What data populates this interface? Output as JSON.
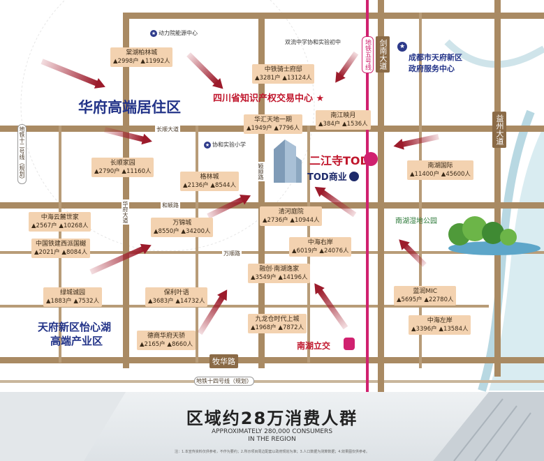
{
  "colors": {
    "road": "#a98a63",
    "metro": "#d0216f",
    "arrow": "#9c1b2b",
    "tag": "#f3d2b0",
    "title_blue": "#223388",
    "title_red": "#c0162c",
    "water": "#cfe4ea"
  },
  "headlines": {
    "residential": "华府高端居住区",
    "industry_line1": "天府新区怡心湖",
    "industry_line2": "高端产业区",
    "ip_center": "四川省知识产权交易中心",
    "gov_center_line1": "成都市天府新区",
    "gov_center_line2": "政府服务中心",
    "tod": "二江寺TOD",
    "tod_commerce": "TOD商业",
    "nanhu_station": "南湖立交",
    "wetland": "南湖湿地公园"
  },
  "landmarks": {
    "power_center": "动力院能源中心",
    "school_double": "双流中学协和实验初中",
    "school_xiehe": "协和实验小学"
  },
  "roads": {
    "jiannan": "剑南大道",
    "yizhou": "益州大道",
    "huafu": "华府大道",
    "metro5": "地铁五号线",
    "metro12": "地铁十二号线（规划）",
    "metro14": "地铁十四号线（规划）",
    "muhua": "牧华路",
    "changshun": "长顺大道",
    "helu": "和颖路",
    "wanshun": "万顺路",
    "yingshun": "颖顺路"
  },
  "communities": [
    {
      "name": "棠湖柏林城",
      "households": "2998户",
      "people": "11992人"
    },
    {
      "name": "中铁骑士府邸",
      "households": "3281户",
      "people": "13124人"
    },
    {
      "name": "华汇天地一期",
      "households": "1949户",
      "people": "7796人"
    },
    {
      "name": "南江映月",
      "households": "384户",
      "people": "1536人"
    },
    {
      "name": "长顺家园",
      "households": "2790户",
      "people": "11160人"
    },
    {
      "name": "格林城",
      "households": "2136户",
      "people": "8544人"
    },
    {
      "name": "南湖国际",
      "households": "11400户",
      "people": "45600人"
    },
    {
      "name": "中海云麓世家",
      "households": "2567户",
      "people": "10268人"
    },
    {
      "name": "万锦城",
      "households": "8550户",
      "people": "34200人"
    },
    {
      "name": "清河庭院",
      "households": "2736户",
      "people": "10944人"
    },
    {
      "name": "中国铁建西派国樾",
      "households": "2021户",
      "people": "8084人"
    },
    {
      "name": "中海右岸",
      "households": "6019户",
      "people": "24076人"
    },
    {
      "name": "融创·南湖逸家",
      "households": "3549户",
      "people": "14196人"
    },
    {
      "name": "绿城诚园",
      "households": "1883户",
      "people": "7532人"
    },
    {
      "name": "保利叶语",
      "households": "3683户",
      "people": "14732人"
    },
    {
      "name": "蓝润MIC",
      "households": "5695户",
      "people": "22780人"
    },
    {
      "name": "九龙仓时代上城",
      "households": "1968户",
      "people": "7872人"
    },
    {
      "name": "中海左岸",
      "households": "3396户",
      "people": "13584人"
    },
    {
      "name": "德商华府天骄",
      "households": "2165户",
      "people": "8660人"
    }
  ],
  "footer": {
    "title": "区域约28万消费人群",
    "subtitle_line1": "APPROXIMATELY 280,000 CONSUMERS",
    "subtitle_line2": "IN THE REGION",
    "note": "注：1.本宣传资料仅供参考，不作为要约；2.所示项目周边配套以政府规划为准；3.人口数据为测算数据；4.效果图仅供参考。"
  }
}
